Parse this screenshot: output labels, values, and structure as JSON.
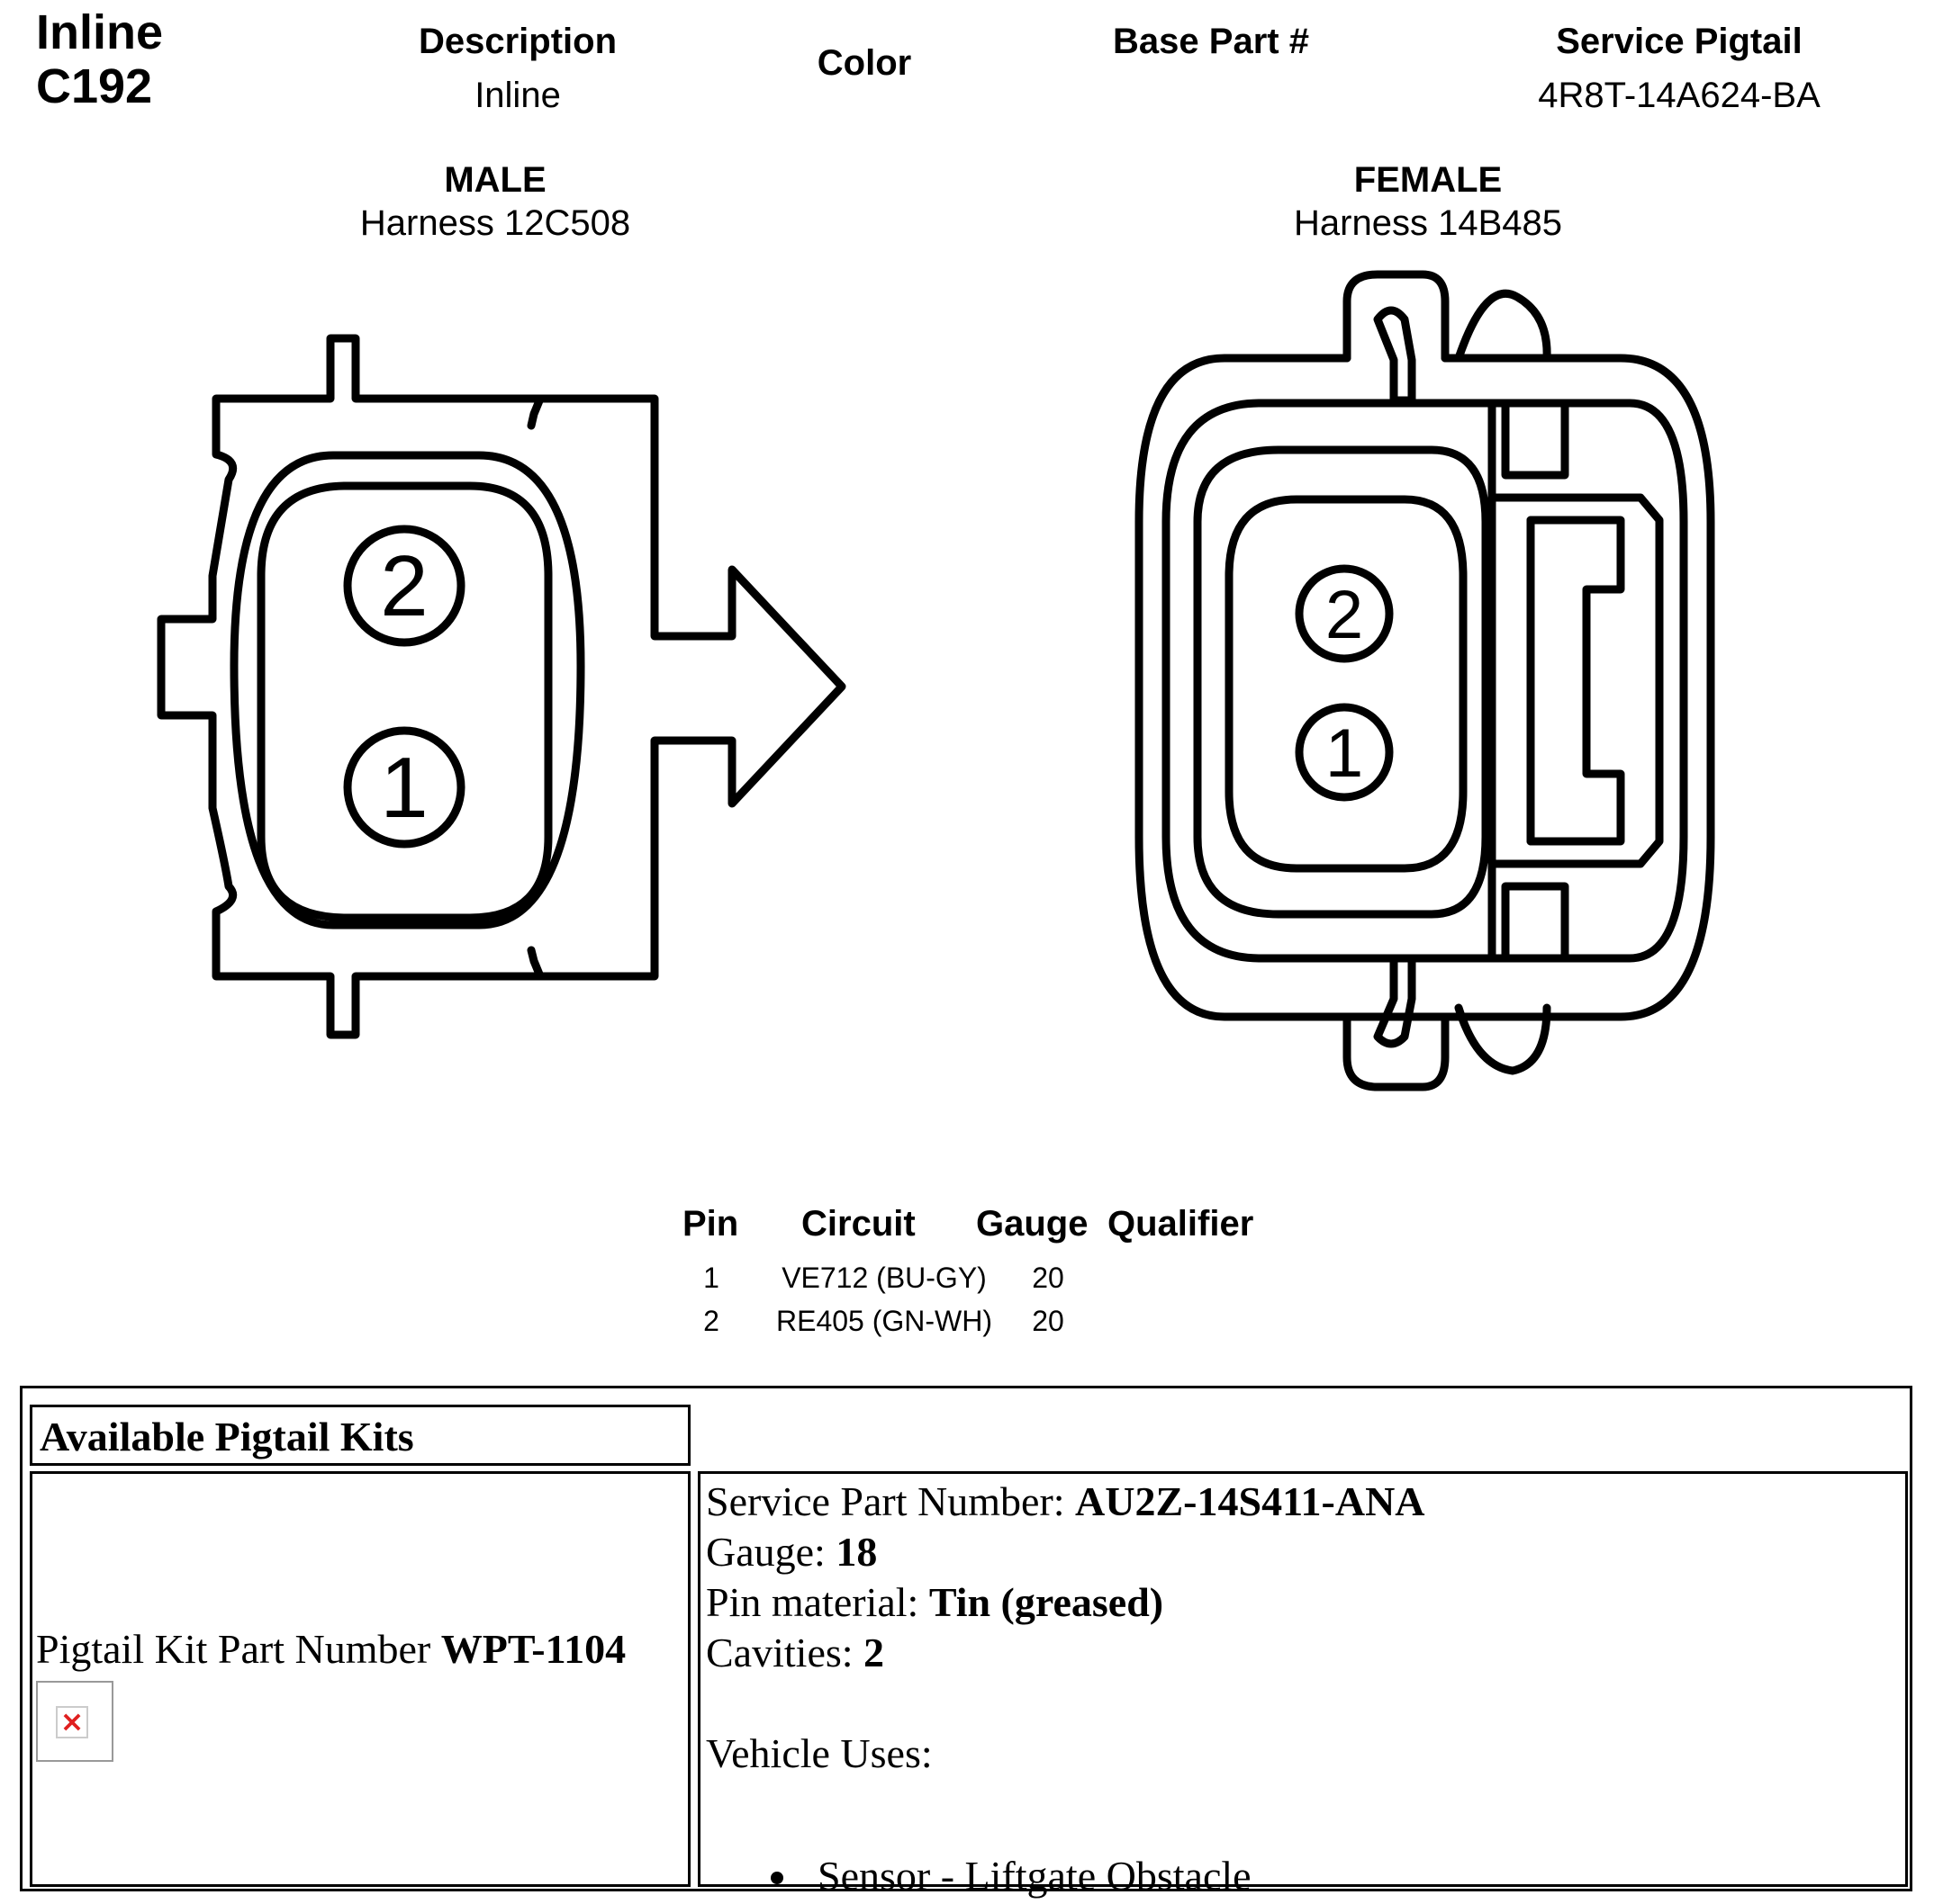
{
  "header": {
    "connector_type": "Inline",
    "connector_id": "C192",
    "description_label": "Description",
    "description_value": "Inline",
    "color_label": "Color",
    "base_part_label": "Base Part #",
    "service_pigtail_label": "Service Pigtail",
    "service_pigtail_value": "4R8T-14A624-BA"
  },
  "male": {
    "label": "MALE",
    "harness": "Harness 12C508",
    "pins": [
      "2",
      "1"
    ]
  },
  "female": {
    "label": "FEMALE",
    "harness": "Harness 14B485",
    "pins": [
      "2",
      "1"
    ]
  },
  "pin_table": {
    "headers": [
      "Pin",
      "Circuit",
      "Gauge",
      "Qualifier"
    ],
    "rows": [
      {
        "pin": "1",
        "circuit": "VE712 (BU-GY)",
        "gauge": "20",
        "qualifier": ""
      },
      {
        "pin": "2",
        "circuit": "RE405 (GN-WH)",
        "gauge": "20",
        "qualifier": ""
      }
    ]
  },
  "pigtail_kits": {
    "title": "Available Pigtail Kits",
    "kit_part_label": "Pigtail Kit Part Number",
    "kit_part_number": "WPT-1104",
    "service_part_label": "Service Part Number:",
    "service_part_number": "AU2Z-14S411-ANA",
    "gauge_label": "Gauge:",
    "gauge_value": "18",
    "pin_material_label": "Pin material:",
    "pin_material_value": "Tin (greased)",
    "cavities_label": "Cavities:",
    "cavities_value": "2",
    "vehicle_uses_label": "Vehicle Uses:",
    "vehicle_uses": [
      "Sensor - Liftgate Obstacle"
    ]
  }
}
